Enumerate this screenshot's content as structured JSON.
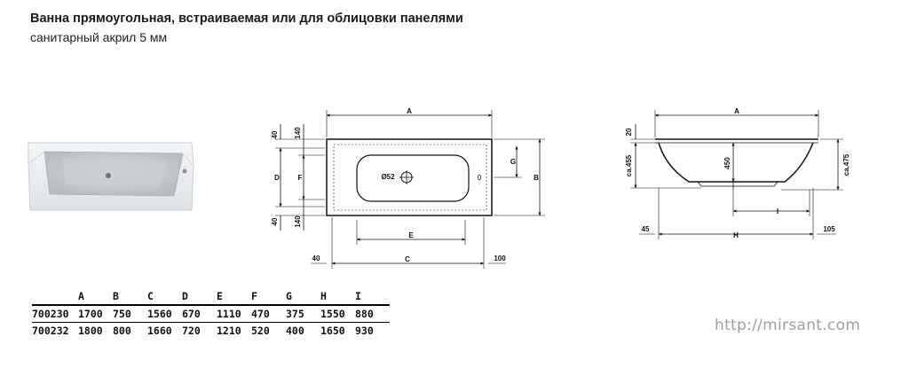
{
  "header": {
    "title": "Ванна прямоугольная, встраиваемая или для облицовки панелями",
    "subtitle": "санитарный акрил 5 мм"
  },
  "drawing_labels": {
    "top_view": {
      "A": "A",
      "B": "B",
      "C": "C",
      "D": "D",
      "E": "E",
      "F": "F",
      "G": "G",
      "d40_top": "40",
      "d140_top": "140",
      "d40_bottom": "40",
      "d140_bottom": "140",
      "d40_left": "40",
      "d100_right": "100",
      "drain": "Ø52"
    },
    "side_view": {
      "A": "A",
      "H": "H",
      "I": "I",
      "d20": "20",
      "d450": "450",
      "ca455": "ca.455",
      "ca475": "ca.475",
      "d45": "45",
      "d105": "105"
    }
  },
  "table": {
    "headers": [
      "",
      "A",
      "B",
      "C",
      "D",
      "E",
      "F",
      "G",
      "H",
      "I"
    ],
    "rows": [
      [
        "700230",
        "1700",
        "750",
        "1560",
        "670",
        "1110",
        "470",
        "375",
        "1550",
        "880"
      ],
      [
        "700232",
        "1800",
        "800",
        "1660",
        "720",
        "1210",
        "520",
        "400",
        "1650",
        "930"
      ]
    ]
  },
  "watermark": "http://mirsant.com"
}
